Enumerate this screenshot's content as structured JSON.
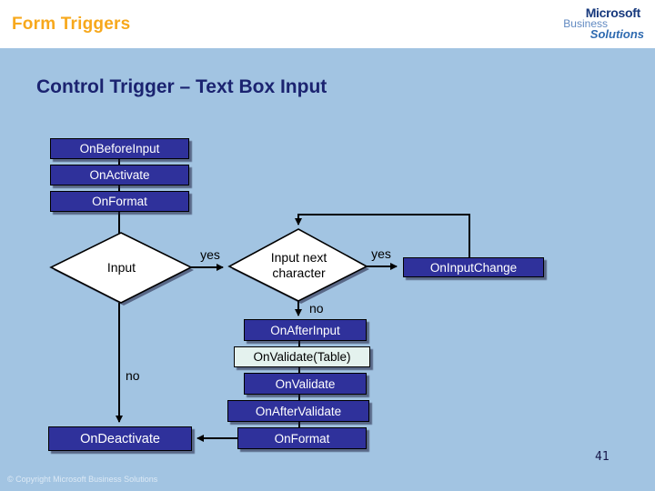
{
  "header": {
    "title": "Form Triggers"
  },
  "logo": {
    "microsoft": "Microsoft",
    "business": "Business",
    "solutions": "Solutions"
  },
  "slide": {
    "title": "Control Trigger – Text Box Input",
    "page_number": "41",
    "copyright": "© Copyright Microsoft Business Solutions"
  },
  "flowchart": {
    "pre_boxes": [
      {
        "label": "OnBeforeInput"
      },
      {
        "label": "OnActivate"
      },
      {
        "label": "OnFormat"
      }
    ],
    "decision_input": {
      "label": "Input"
    },
    "decision_next": {
      "line1": "Input next",
      "line2": "character"
    },
    "on_input_change": {
      "label": "OnInputChange"
    },
    "post_boxes": [
      {
        "label": "OnAfterInput"
      },
      {
        "label": "OnValidate(Table)"
      },
      {
        "label": "OnValidate"
      },
      {
        "label": "OnAfterValidate"
      },
      {
        "label": "OnFormat"
      }
    ],
    "on_deactivate": {
      "label": "OnDeactivate"
    },
    "edge_labels": {
      "yes_input": "yes",
      "yes_next": "yes",
      "no_next": "no",
      "no_input": "no"
    }
  },
  "colors": {
    "background": "#a2c4e2",
    "header_background": "#ffffff",
    "header_accent": "#f7a81c",
    "title_text": "#1b2370",
    "box_fill": "#2f319b",
    "box_text": "#ffffff",
    "box_light_fill": "#e4f2ee",
    "diamond_fill": "#ffffff",
    "line_color": "#000000"
  }
}
